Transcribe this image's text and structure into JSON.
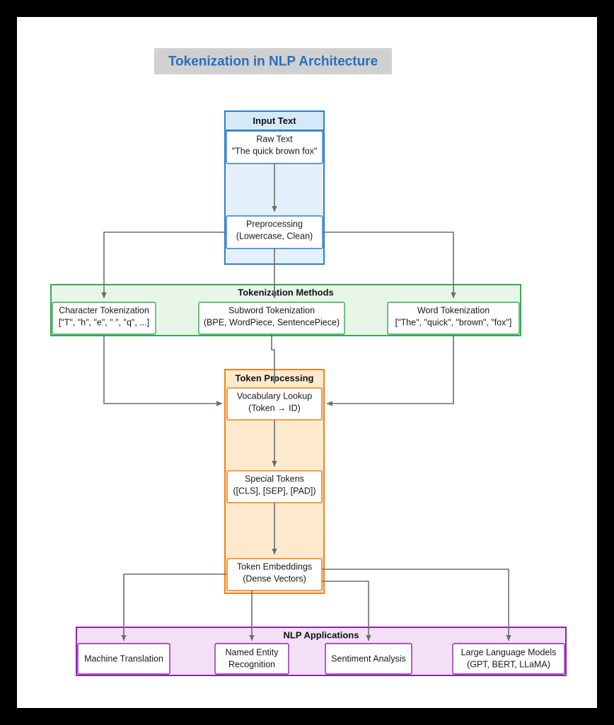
{
  "page": {
    "background": "#ffffff",
    "frame_color": "#000000"
  },
  "title": {
    "text": "Tokenization in NLP Architecture",
    "color": "#2a6ebb",
    "background": "#d0d0d0"
  },
  "diagram": {
    "type": "flowchart",
    "direction": "top-down",
    "edge_color": "#6e6e6e",
    "clusters": [
      {
        "id": "input",
        "label": "Input Text",
        "border_color": "#2d7dd2",
        "fill_color": "#e3f0fb",
        "header_fill": "#d6e9f8",
        "nodes": [
          {
            "id": "raw",
            "line1": "Raw Text",
            "line2": "\"The quick brown fox\""
          },
          {
            "id": "prep",
            "line1": "Preprocessing",
            "line2": "(Lowercase, Clean)"
          }
        ]
      },
      {
        "id": "methods",
        "label": "Tokenization Methods",
        "border_color": "#3aa655",
        "fill_color": "#e8f5e9",
        "header_fill": "#e8f5e9",
        "nodes": [
          {
            "id": "char",
            "line1": "Character Tokenization",
            "line2": "[\"T\", \"h\", \"e\", \" \", \"q\", ...]"
          },
          {
            "id": "sub",
            "line1": "Subword Tokenization",
            "line2": "(BPE, WordPiece, SentencePiece)"
          },
          {
            "id": "word",
            "line1": "Word Tokenization",
            "line2": "[\"The\", \"quick\", \"brown\", \"fox\"]"
          }
        ]
      },
      {
        "id": "processing",
        "label": "Token Processing",
        "border_color": "#f57f17",
        "fill_color": "#fdeacc",
        "header_fill": "#fdeacc",
        "nodes": [
          {
            "id": "vocab",
            "line1": "Vocabulary Lookup",
            "line2": "(Token → ID)"
          },
          {
            "id": "special",
            "line1": "Special Tokens",
            "line2": "([CLS], [SEP], [PAD])"
          },
          {
            "id": "embed",
            "line1": "Token Embeddings",
            "line2": "(Dense Vectors)"
          }
        ]
      },
      {
        "id": "apps",
        "label": "NLP Applications",
        "border_color": "#8e24aa",
        "fill_color": "#f3e0f7",
        "header_fill": "#f3e0f7",
        "nodes": [
          {
            "id": "mt",
            "line1": "Machine Translation",
            "line2": ""
          },
          {
            "id": "ner",
            "line1": "Named Entity",
            "line2": "Recognition"
          },
          {
            "id": "sa",
            "line1": "Sentiment Analysis",
            "line2": ""
          },
          {
            "id": "llm",
            "line1": "Large Language Models",
            "line2": "(GPT, BERT, LLaMA)"
          }
        ]
      }
    ],
    "edges": [
      {
        "from": "raw",
        "to": "prep"
      },
      {
        "from": "prep",
        "to": "char"
      },
      {
        "from": "prep",
        "to": "sub"
      },
      {
        "from": "prep",
        "to": "word"
      },
      {
        "from": "char",
        "to": "vocab"
      },
      {
        "from": "sub",
        "to": "vocab"
      },
      {
        "from": "word",
        "to": "vocab"
      },
      {
        "from": "vocab",
        "to": "special"
      },
      {
        "from": "special",
        "to": "embed"
      },
      {
        "from": "embed",
        "to": "mt"
      },
      {
        "from": "embed",
        "to": "ner"
      },
      {
        "from": "embed",
        "to": "sa"
      },
      {
        "from": "embed",
        "to": "llm"
      }
    ]
  }
}
